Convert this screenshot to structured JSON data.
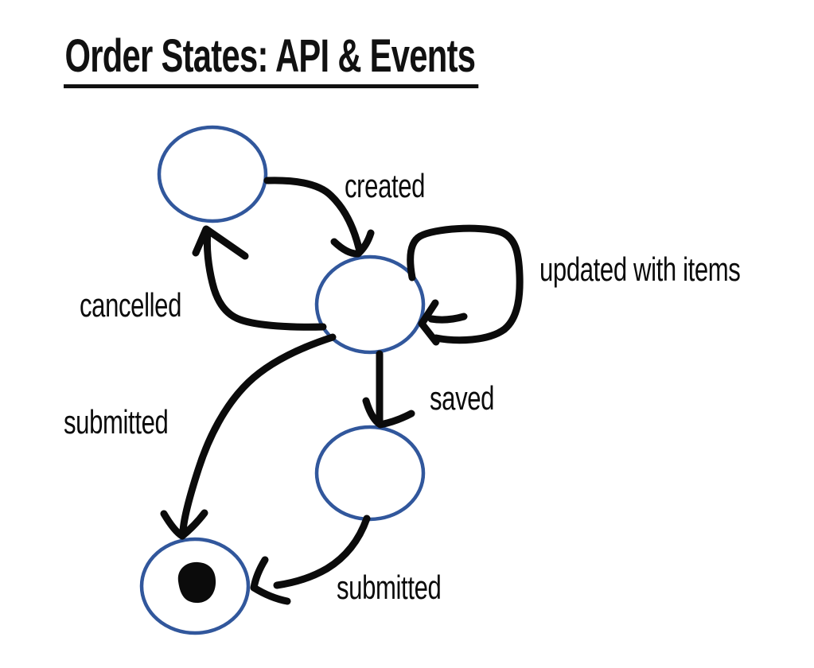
{
  "title": "Order States: API & Events",
  "colors": {
    "ink": "#0b0b0b",
    "node_stroke": "#31579c",
    "background": "#ffffff"
  },
  "diagram": {
    "labels": [
      {
        "id": "created",
        "text": "created"
      },
      {
        "id": "updated-with-items",
        "text": "updated with items"
      },
      {
        "id": "cancelled",
        "text": "cancelled"
      },
      {
        "id": "saved",
        "text": "saved"
      },
      {
        "id": "submitted-to-final",
        "text": "submitted"
      },
      {
        "id": "submitted-from-saved",
        "text": "submitted"
      }
    ]
  }
}
